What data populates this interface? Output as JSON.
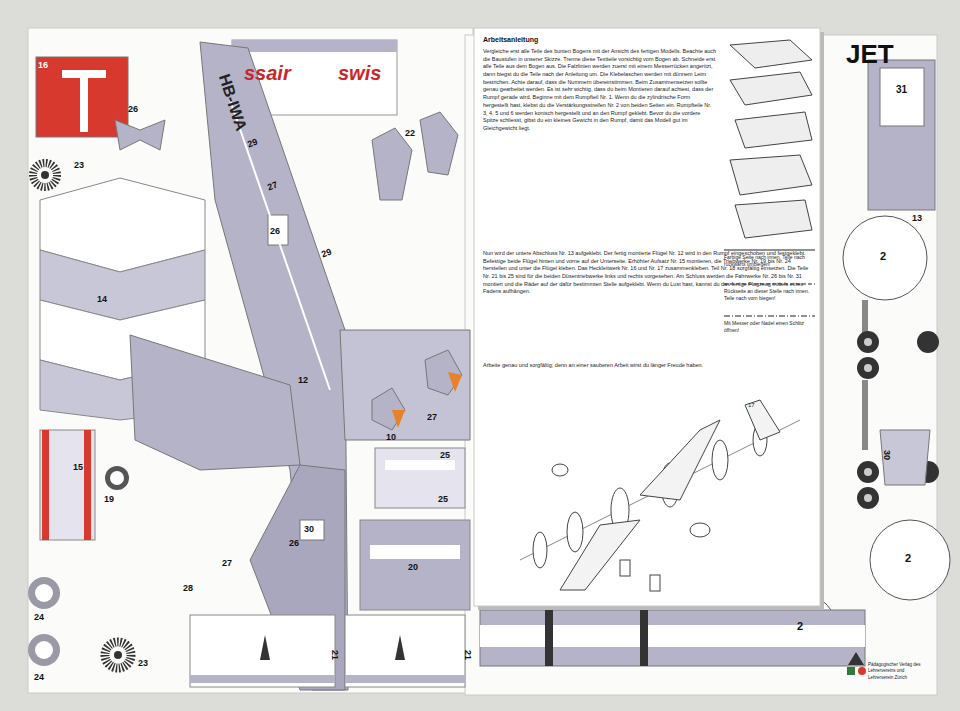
{
  "diagram": {
    "labels": [
      "16",
      "ssair",
      "swis",
      "HB-IWA",
      "26",
      "22",
      "23",
      "29",
      "27",
      "26",
      "29",
      "14",
      "12",
      "27",
      "10",
      "15",
      "19",
      "25",
      "25",
      "30",
      "26",
      "27",
      "28",
      "20",
      "24",
      "23",
      "24",
      "21",
      "21",
      "JET",
      "31",
      "13",
      "2",
      "2",
      "2",
      "30",
      "Arbeitsanleitung",
      "Vergleiche erst alle Teile des bunten Bogens mit der Ansicht des fertigen Modells. Beachte auch die Baustufen in unserer Skizze. Trenne diese Textteile vorsichtig vom Bogen ab. Schneide erst alle Teile aus dem Bogen aus. Die Falzlinien werden zuerst mit einem Messerrücken angeritzt, dann biegst du die Teile nach der Anleitung um. Die Klebelaschen werden mit dünnem Leim bestrichen. Achte darauf, dass die Nummern übereinstimmen. Beim Zusammensetzen sollte genau gearbeitet werden. Es ist sehr wichtig, dass du beim Montieren darauf achtest, dass der Rumpf gerade wird. Beginne mit dem Rumpfteil Nr. 1. Wenn du die zylindrische Form hergestellt hast, klebst du die Verstärkungsstreifen Nr. 2 von beiden Seiten ein. Rumpfteile Nr. 3, 4, 5 und 6 werden konisch hergestellt und an den Rumpf geklebt. Bevor du die vordere Spitze schliesst, gibst du ein kleines Gewicht in den Rumpf, damit das Modell gut im Gleichgewicht liegt.",
      "Nun wird der untere Abschluss Nr. 13 aufgeklebt. Der fertig montierte Flügel Nr. 12 wird in den Rumpf eingeschoben und festgeklebt. Befestige beide Flügel hinten und vorne auf der Unterseite. Erhöhter Aufsatz Nr. 15 montieren, die Triebwerke Nr. 19 bis Nr. 24 herstellen und unter die Flügel kleben. Das Heckleitwerk Nr. 16 und Nr. 17 zusammenkleben. Teil Nr. 18 sorgfältig einsetzen. Die Teile Nr. 21 bis 25 sind für die beiden Düsentriebwerke links und rechts vorgesehen. Am Schluss werden die Fahrwerke Nr. 26 bis Nr. 31 montiert und die Räder auf der dafür bestimmten Stelle aufgeklebt. Wenn du Lust hast, kannst du das fertige Flugzeug mittels eines Fadens aufhängen.",
      "Farbige Seite nach innen, Teile nach rückwärts umbiegen!",
      "Rückseite an dieser Stelle nach innen. Teile nach vorn biegen!",
      "Mit Messer oder Nadel einen Schlitz öffnen!",
      "Arbeite genau und sorgfältig; denn an einer sauberen Arbeit wirst du länger Freude haben.",
      "17",
      "Pädagogischer Verlag des Lehrervereins und Lehrerverein Zürich"
    ]
  }
}
